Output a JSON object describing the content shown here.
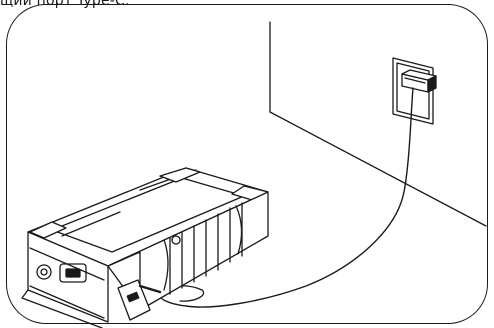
{
  "caption": {
    "text": "щий порт Type-C."
  },
  "illustration": {
    "device": "jump-starter-power-bank",
    "wall_fixture": "wall-outlet",
    "accessory": "charger-adapter-with-cable",
    "line_color": "#1a1a1a",
    "background_color": "#ffffff"
  }
}
